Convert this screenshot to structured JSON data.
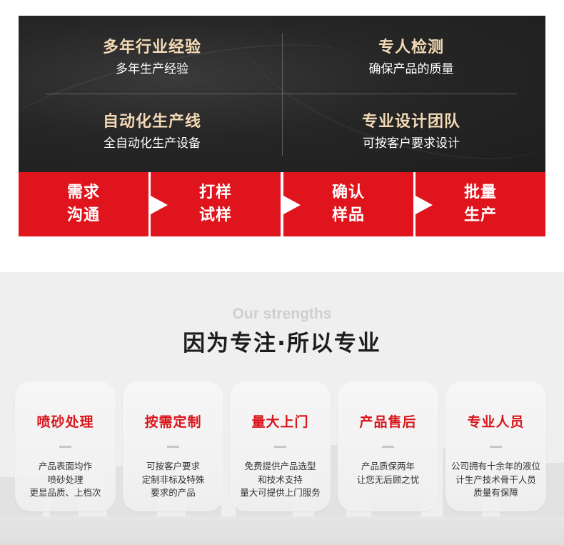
{
  "features": [
    {
      "title": "多年行业经验",
      "subtitle": "多年生产经验"
    },
    {
      "title": "专人检测",
      "subtitle": "确保产品的质量"
    },
    {
      "title": "自动化生产线",
      "subtitle": "全自动化生产设备"
    },
    {
      "title": "专业设计团队",
      "subtitle": "可按客户要求设计"
    }
  ],
  "steps": [
    {
      "line1": "需求",
      "line2": "沟通"
    },
    {
      "line1": "打样",
      "line2": "试样"
    },
    {
      "line1": "确认",
      "line2": "样品"
    },
    {
      "line1": "批量",
      "line2": "生产"
    }
  ],
  "strengths": {
    "en_title": "Our strengths",
    "cn_title": "因为专注·所以专业",
    "cards": [
      {
        "title": "喷砂处理",
        "lines": [
          "产品表面均作",
          "喷砂处理",
          "更显品质、上档次"
        ]
      },
      {
        "title": "按需定制",
        "lines": [
          "可按客户要求",
          "定制非标及特殊",
          "要求的产品"
        ]
      },
      {
        "title": "量大上门",
        "lines": [
          "免费提供产品选型",
          "和技术支持",
          "量大可提供上门服务"
        ]
      },
      {
        "title": "产品售后",
        "lines": [
          "产品质保两年",
          "让您无后顾之忧"
        ]
      },
      {
        "title": "专业人员",
        "lines": [
          "公司拥有十余年的液位",
          "计生产技术骨干人员",
          "质量有保障"
        ]
      }
    ]
  },
  "colors": {
    "accent_red": "#e0141c",
    "feature_gold": "#f3d9b5",
    "dark_bg": "#262626"
  }
}
